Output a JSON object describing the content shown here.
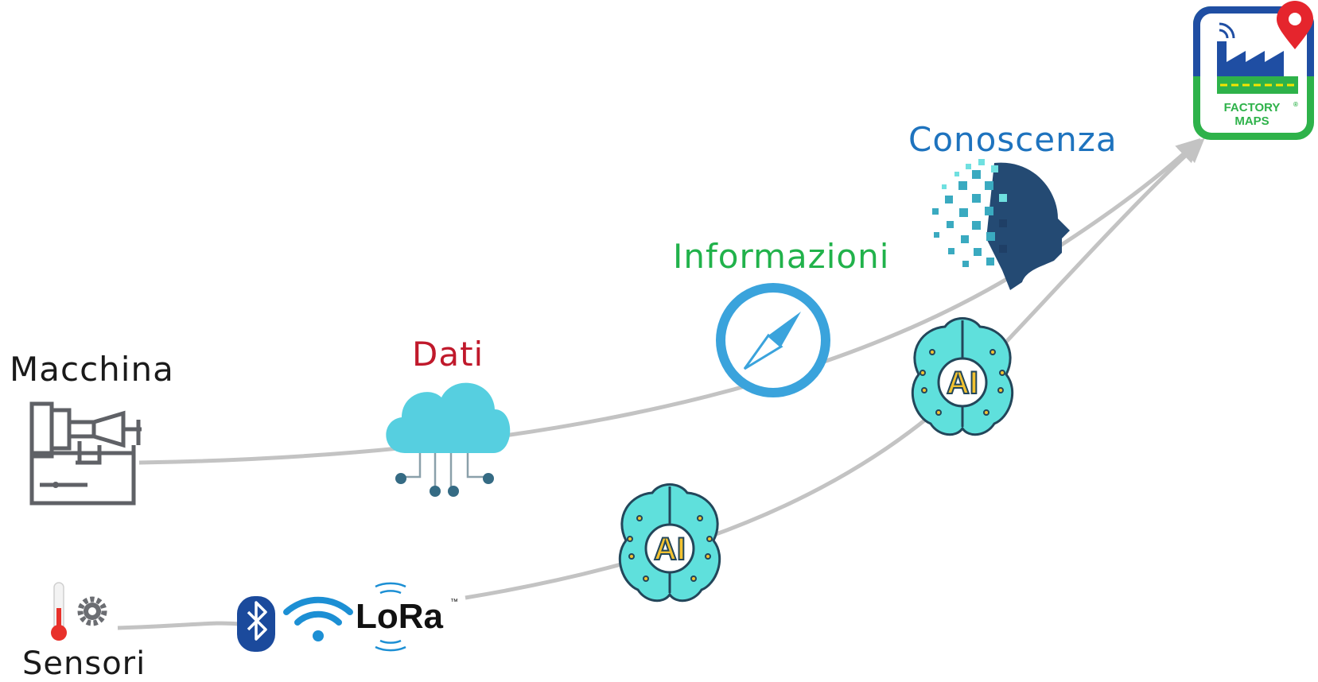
{
  "labels": {
    "machine": "Macchina",
    "data": "Dati",
    "information": "Informazioni",
    "knowledge": "Conoscenza",
    "sensors": "Sensori"
  },
  "ai_badge": "AI",
  "lora": "LoRa",
  "lora_tm": "™",
  "logo": {
    "line1": "FACTORY",
    "line2": "MAPS",
    "reg": "®"
  },
  "colors": {
    "machine": "#1a1a1a",
    "data": "#c0192b",
    "information": "#21b24b",
    "knowledge": "#1e73be",
    "sensors": "#1a1a1a",
    "curve": "#c3c3c3",
    "cloud": "#56cfe0",
    "compass": "#3aa3dc",
    "brain": "#5fe0dc",
    "logo_green": "#2eb24a",
    "logo_blue": "#1f4ea3"
  },
  "icons": [
    "machine-icon",
    "cloud-icon",
    "compass-icon",
    "digital-head-icon",
    "ai-brain-icon",
    "thermometer-icon",
    "gear-icon",
    "bluetooth-icon",
    "wifi-icon",
    "lora-logo",
    "factory-maps-logo"
  ]
}
